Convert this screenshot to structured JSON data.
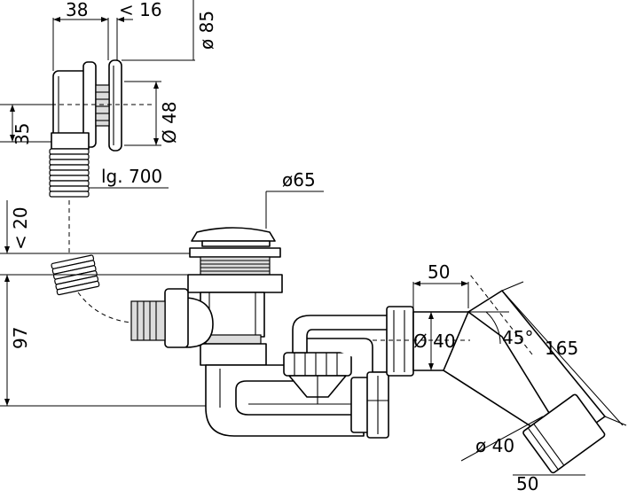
{
  "dimensions": {
    "overflow_width": "38",
    "overflow_plate_thickness": "< 16",
    "overflow_plate_diameter": "ø 85",
    "overflow_body_diameter": "Ø 48",
    "overflow_height": "35",
    "hose_length": "lg. 700",
    "waste_cap_diameter": "ø65",
    "height_gap": "< 20",
    "trap_height": "97",
    "outlet_offset": "50",
    "outlet_diameter_upper": "Ø 40",
    "bend_angle": "45°",
    "pipe_length": "165",
    "outlet_diameter_lower": "ø 40",
    "pipe_end_width": "50"
  }
}
